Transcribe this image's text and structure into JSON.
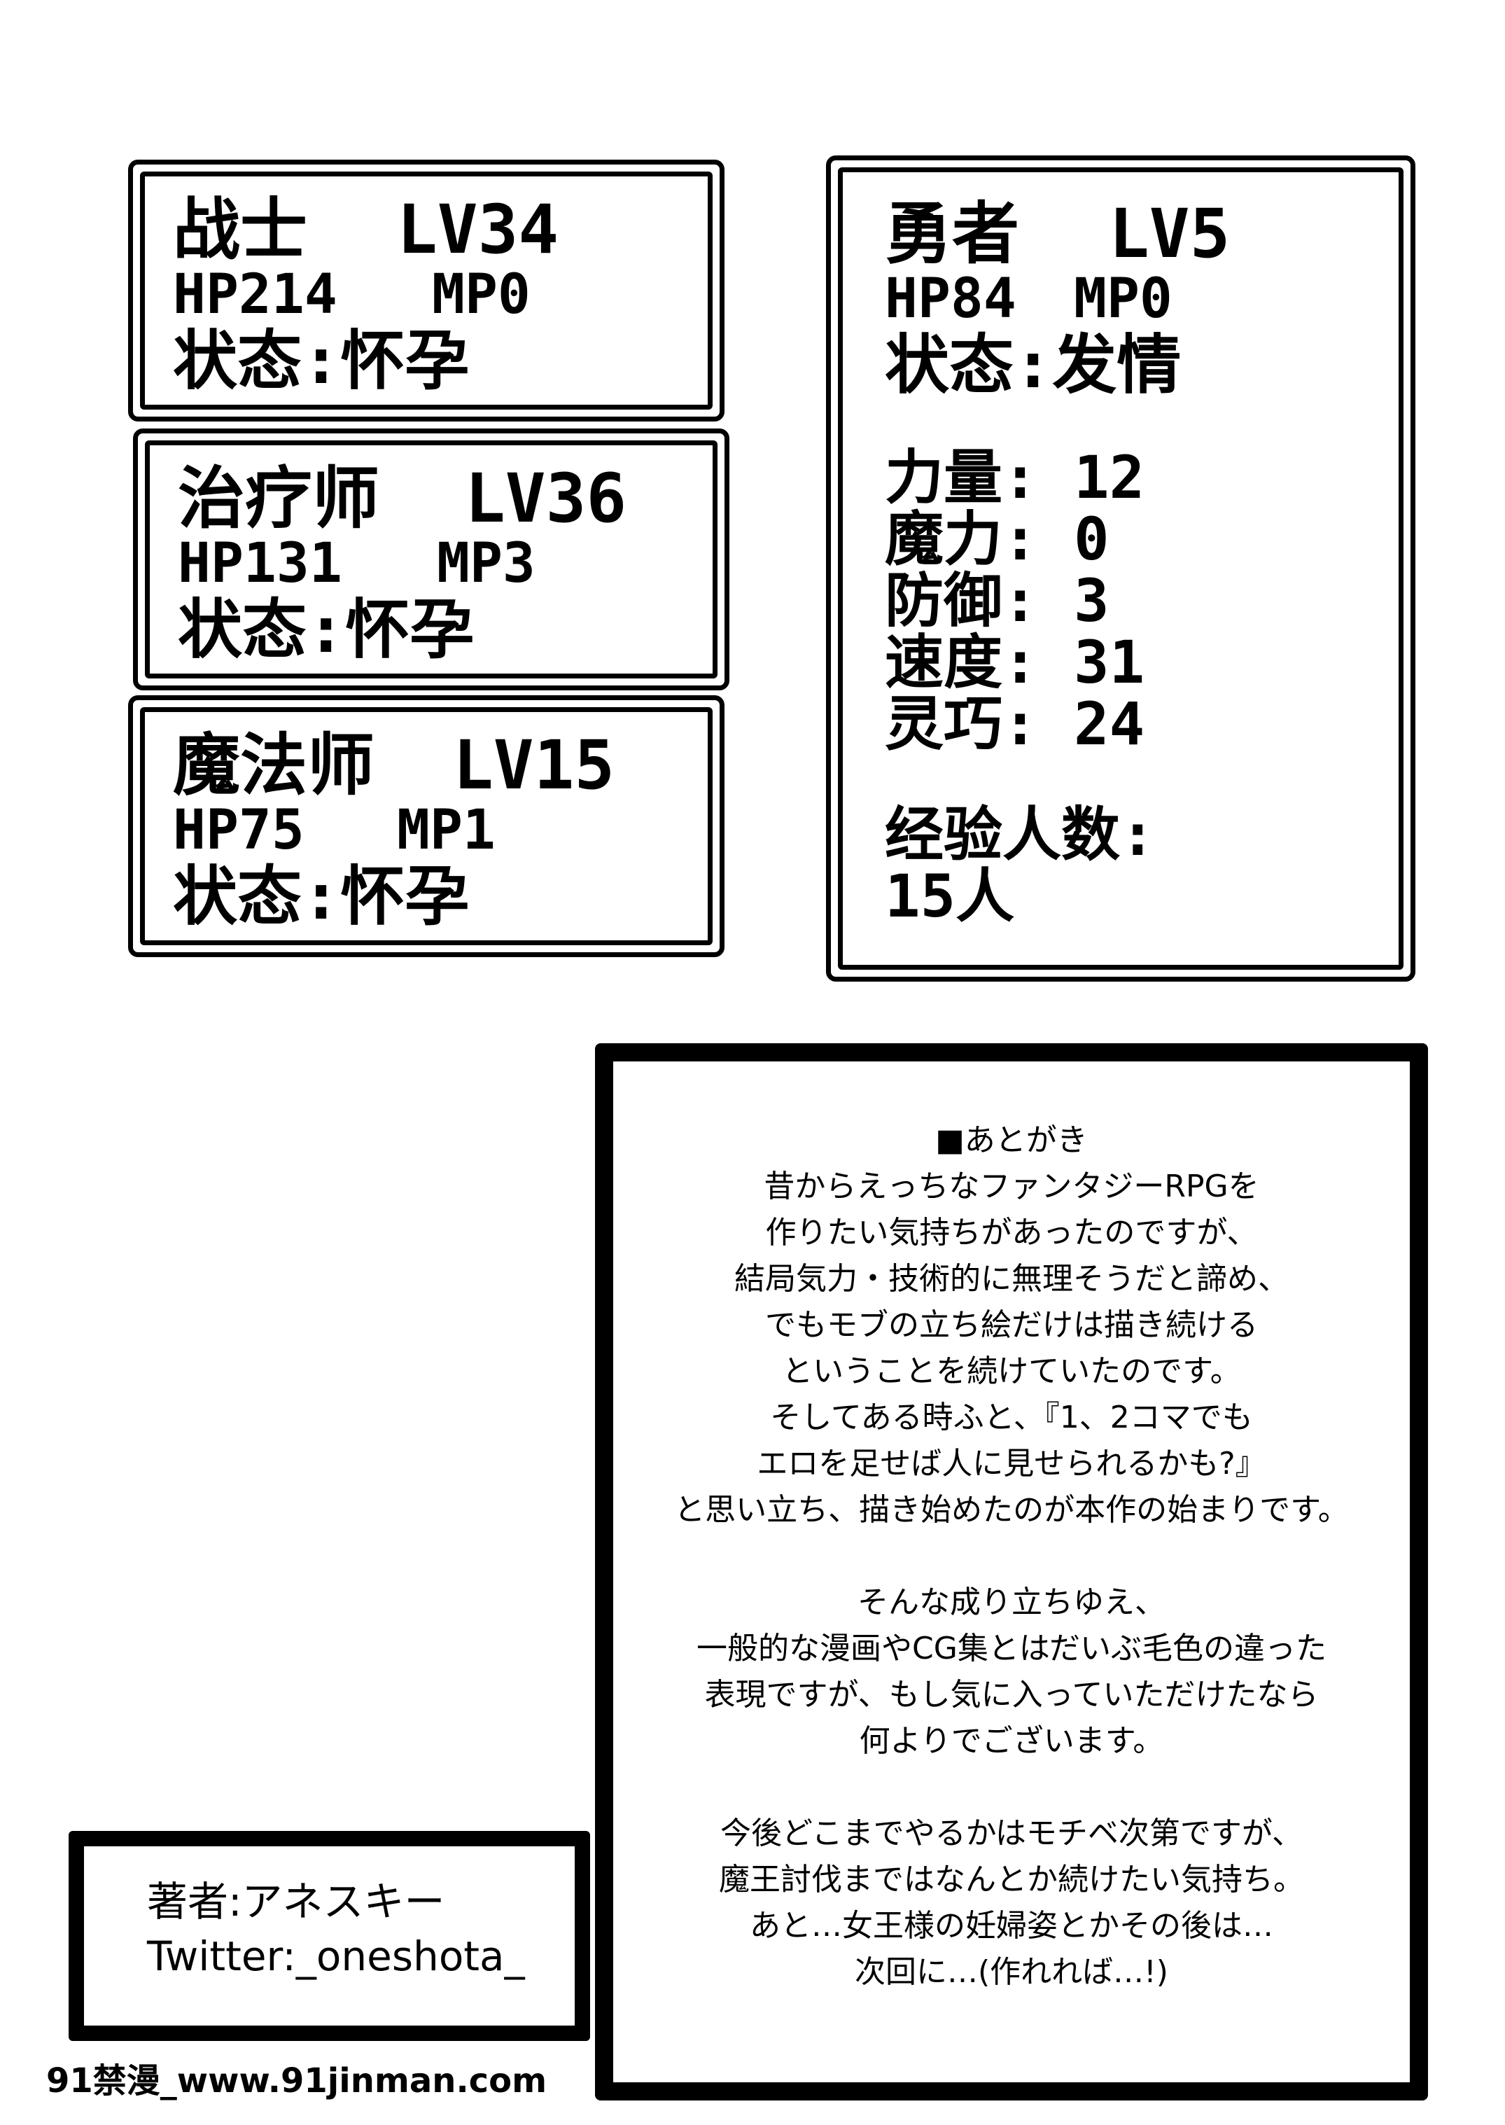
{
  "party": [
    {
      "name": "战士",
      "level": "LV34",
      "hp": "HP214",
      "mp": "MP0",
      "state_label": "状态:",
      "state": "怀孕"
    },
    {
      "name": "治疗师",
      "level": "LV36",
      "hp": "HP131",
      "mp": "MP3",
      "state_label": "状态:",
      "state": "怀孕"
    },
    {
      "name": "魔法师",
      "level": "LV15",
      "hp": "HP75",
      "mp": "MP1",
      "state_label": "状态:",
      "state": "怀孕"
    }
  ],
  "hero": {
    "name": "勇者",
    "level": "LV5",
    "hp": "HP84",
    "mp": "MP0",
    "state_label": "状态:",
    "state": "发情",
    "attributes": [
      {
        "label": "力量:",
        "value": "12"
      },
      {
        "label": "魔力:",
        "value": "0"
      },
      {
        "label": "防御:",
        "value": "3"
      },
      {
        "label": "速度:",
        "value": "31"
      },
      {
        "label": "灵巧:",
        "value": "24"
      }
    ],
    "exp_label": "经验人数:",
    "exp_value": "15人"
  },
  "afterword": {
    "lines": [
      "■あとがき",
      "昔からえっちなファンタジーRPGを",
      "作りたい気持ちがあったのですが、",
      "結局気力・技術的に無理そうだと諦め、",
      "でもモブの立ち絵だけは描き続ける",
      "ということを続けていたのです。",
      "そしてある時ふと、『1、2コマでも",
      "エロを足せば人に見せられるかも?』",
      "と思い立ち、描き始めたのが本作の始まりです。",
      "",
      "そんな成り立ちゆえ、",
      "一般的な漫画やCG集とはだいぶ毛色の違った",
      "表現ですが、もし気に入っていただけたなら",
      "何よりでございます。",
      "",
      "今後どこまでやるかはモチベ次第ですが、",
      "魔王討伐まではなんとか続けたい気持ち。",
      "あと…女王様の妊婦姿とかその後は…",
      "次回に…(作れれば…!)"
    ]
  },
  "author": {
    "line1": "著者:アネスキー",
    "line2": "Twitter:_oneshota_"
  },
  "watermark": "91禁漫_www.91jinman.com"
}
